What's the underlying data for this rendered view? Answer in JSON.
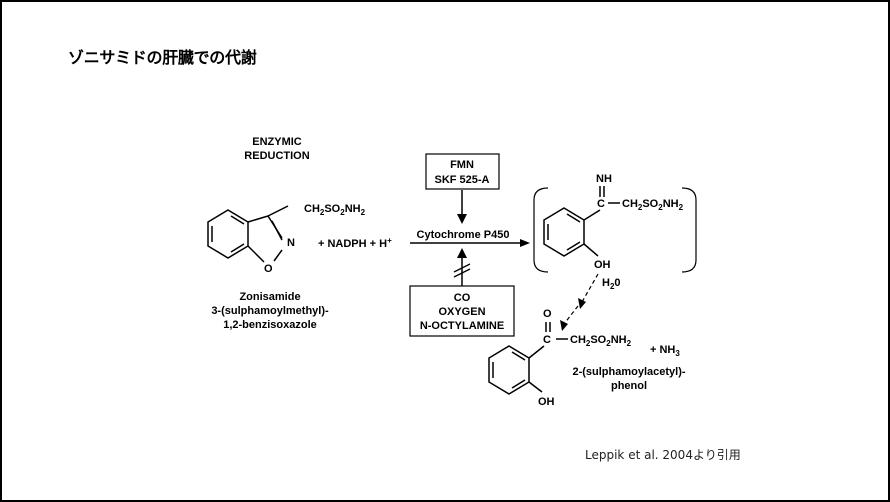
{
  "slide": {
    "title": "ゾニサミドの肝臓での代謝",
    "citation": "Leppik et al. 2004より引用"
  },
  "diagram": {
    "enzymic": [
      "ENZYMIC",
      "REDUCTION"
    ],
    "reactant": {
      "substituent_main": "CH",
      "substituent_sub1": "2",
      "substituent_mid": "SO",
      "substituent_sub2": "2",
      "substituent_end": "NH",
      "substituent_sub3": "2",
      "ring_n": "N",
      "ring_o": "O",
      "name": [
        "Zonisamide",
        "3-(sulphamoylmethyl)-",
        "1,2-benzisoxazole"
      ]
    },
    "plus_nadph": "+ NADPH + H",
    "plus_sup": "+",
    "enzyme": "Cytochrome P450",
    "inducer_box": [
      "FMN",
      "SKF 525-A"
    ],
    "inhibitor_box": [
      "CO",
      "OXYGEN",
      "N-OCTYLAMINE"
    ],
    "intermediate": {
      "nh": "NH",
      "c_label": "C",
      "oh": "OH"
    },
    "water": "H",
    "water_sub": "2",
    "water_end": "0",
    "product": {
      "o_label": "O",
      "c_label": "C",
      "oh": "OH",
      "plus_nh3": "+ NH",
      "nh3_sub": "3",
      "name": [
        "2-(sulphamoylacetyl)-",
        "phenol"
      ]
    }
  }
}
